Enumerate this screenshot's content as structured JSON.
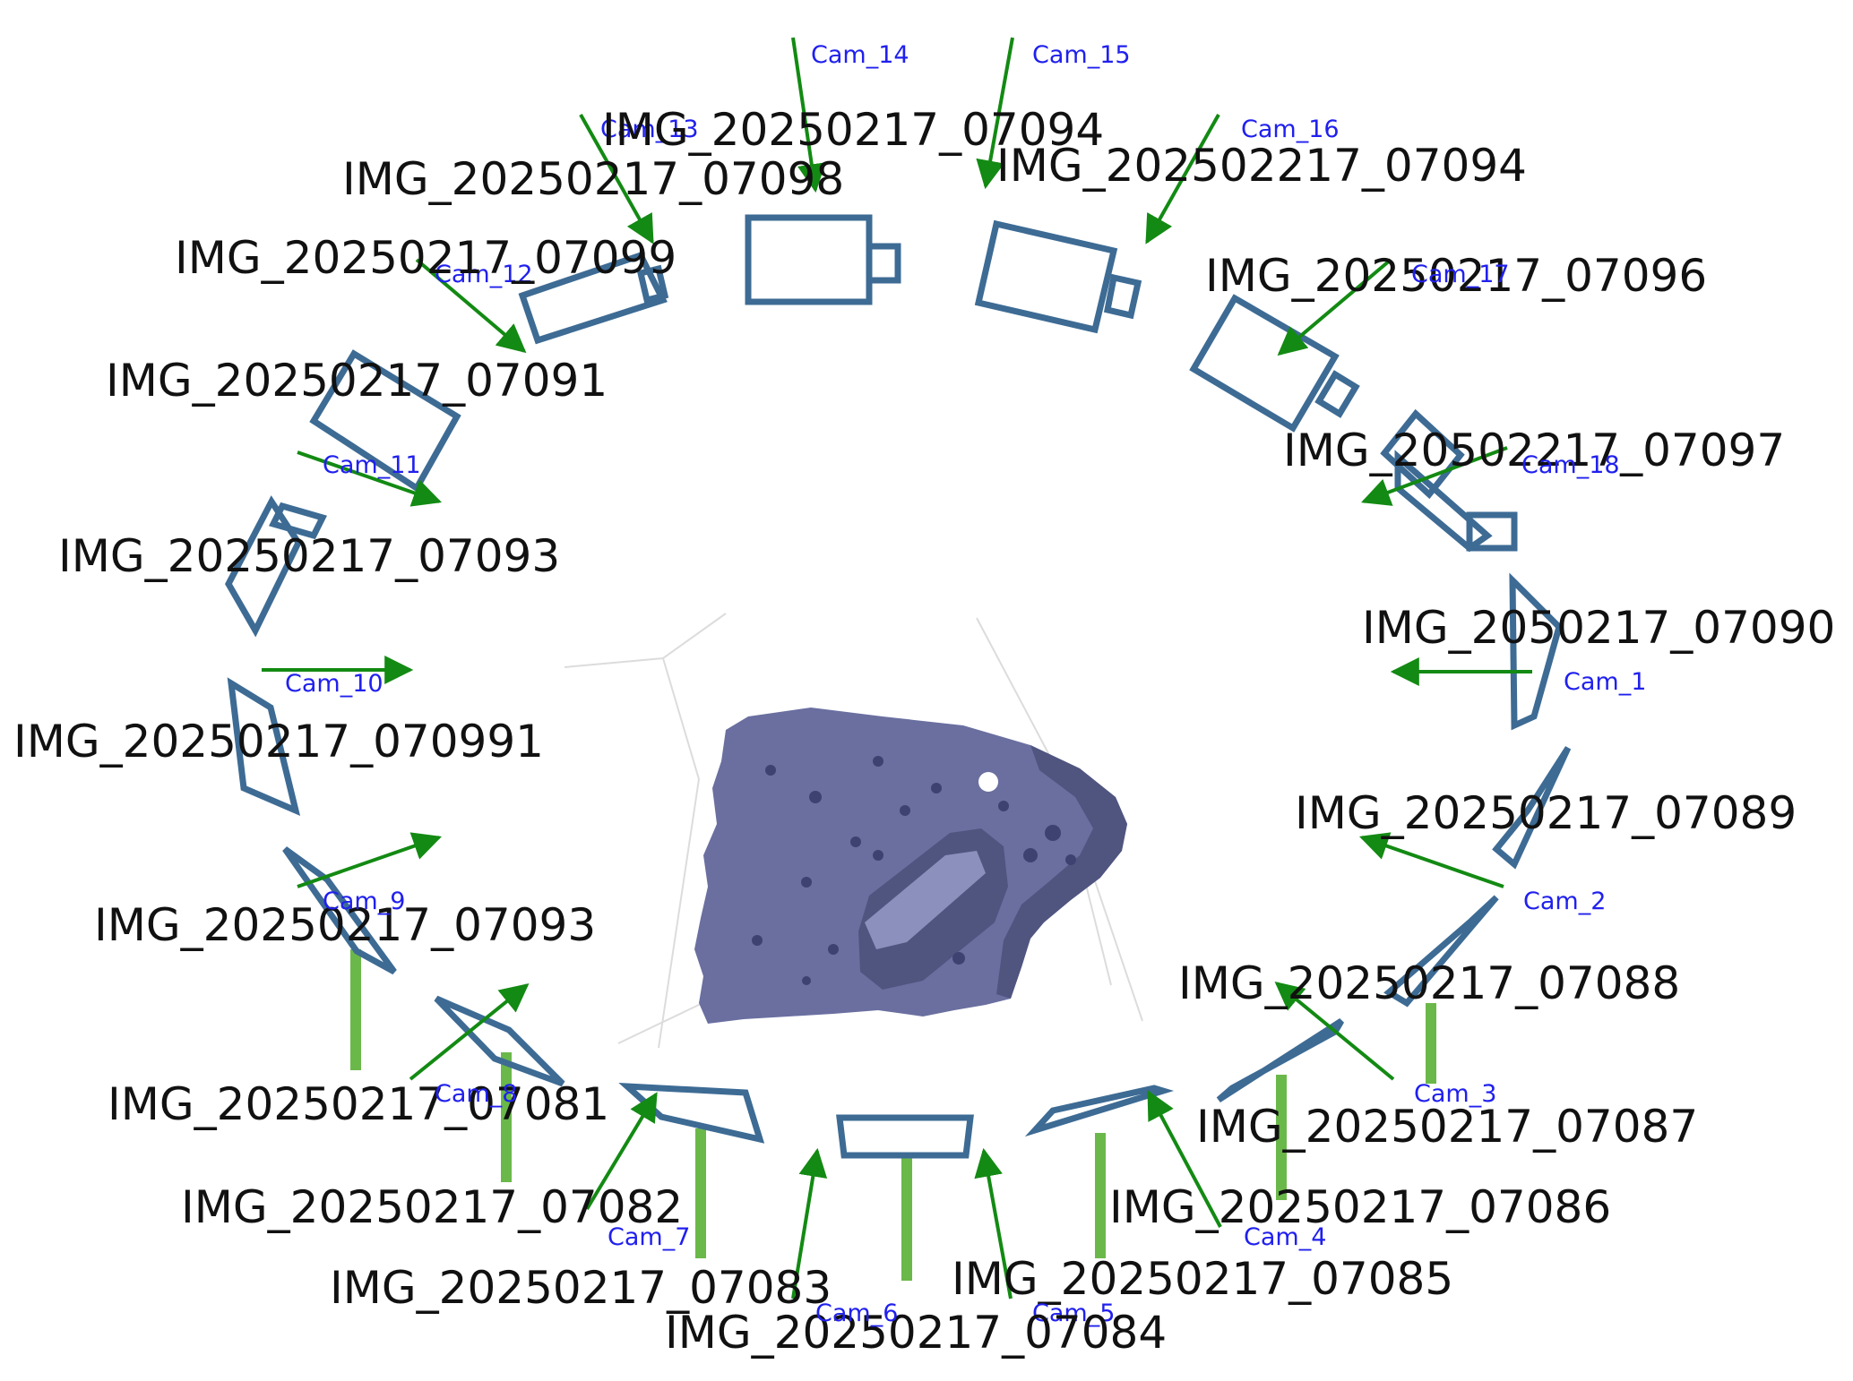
{
  "colors": {
    "camera_body": "#3d6b94",
    "view_arrow": "#138a13",
    "camera_label": "#2020ee",
    "stand": "#6bb84a",
    "object_fill": "#6a6fa0",
    "object_shadow": "#50557f",
    "object_highlight": "#8b90bd",
    "image_label": "#111111"
  },
  "object": {
    "name": "reconstructed-3d-part"
  },
  "cameras": [
    {
      "id": "cam-1",
      "label": "Cam_1",
      "image": "IMG_2050217_07090"
    },
    {
      "id": "cam-2",
      "label": "Cam_2",
      "image": "IMG_20250217_07089"
    },
    {
      "id": "cam-3",
      "label": "Cam_3",
      "image": "IMG_20250217_07088"
    },
    {
      "id": "cam-4",
      "label": "Cam_4",
      "image": "IMG_20250217_07087"
    },
    {
      "id": "cam-4b",
      "label": "",
      "image": "IMG_20250217_07086"
    },
    {
      "id": "cam-5",
      "label": "Cam_5",
      "image": "IMG_20250217_07085"
    },
    {
      "id": "cam-6",
      "label": "Cam_6",
      "image": "IMG_20250217_07084"
    },
    {
      "id": "cam-7",
      "label": "Cam_7",
      "image": "IMG_20250217_07083"
    },
    {
      "id": "cam-7b",
      "label": "",
      "image": "IMG_20250217_07082"
    },
    {
      "id": "cam-8",
      "label": "Cam_8",
      "image": "IMG_20250217_07081"
    },
    {
      "id": "cam-9",
      "label": "Cam_9",
      "image": "IMG_20250217_07093"
    },
    {
      "id": "cam-10",
      "label": "Cam_10",
      "image": "IMG_20250217_070991"
    },
    {
      "id": "cam-11",
      "label": "Cam_11",
      "image": "IMG_20250217_07093"
    },
    {
      "id": "cam-12",
      "label": "Cam_12",
      "image": "IMG_20250217_07091"
    },
    {
      "id": "cam-13",
      "label": "Cam_13",
      "image": "IMG_20250217_07099"
    },
    {
      "id": "cam-13b",
      "label": "",
      "image": "IMG_20250217_07098"
    },
    {
      "id": "cam-14",
      "label": "Cam_14",
      "image": "IMG_20250217_07094"
    },
    {
      "id": "cam-15",
      "label": "Cam_15",
      "image": ""
    },
    {
      "id": "cam-16",
      "label": "Cam_16",
      "image": "IMG_202502217_07094"
    },
    {
      "id": "cam-17",
      "label": "Cam_17",
      "image": "IMG_20250217_07096"
    },
    {
      "id": "cam-18",
      "label": "Cam_18",
      "image": "IMG_20502217_07097"
    }
  ]
}
